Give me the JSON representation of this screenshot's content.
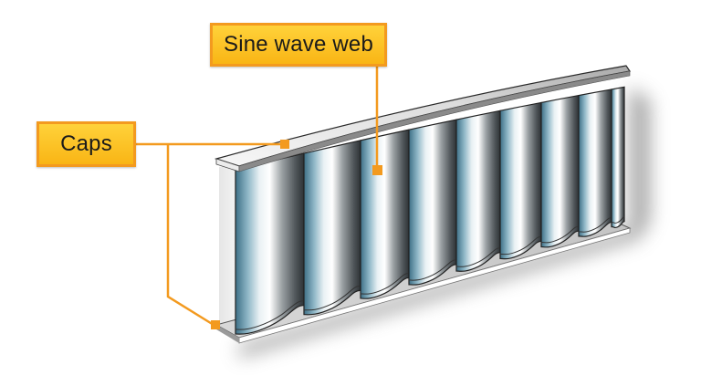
{
  "diagram": {
    "title": "Sine wave spar structure",
    "labels": {
      "web": "Sine wave web",
      "caps": "Caps"
    },
    "parts": [
      "top cap",
      "sine wave web",
      "bottom cap"
    ],
    "colors": {
      "label_fill": "#fbbf1f",
      "label_border": "#f39a1f",
      "leader_line": "#f39a1f",
      "metal_light": "#f4f6f7",
      "metal_dark": "#5d6468",
      "metal_blue": "#5b8ea3",
      "cap_surface": "#e2e2e2",
      "outline": "#2a2a2a"
    }
  }
}
